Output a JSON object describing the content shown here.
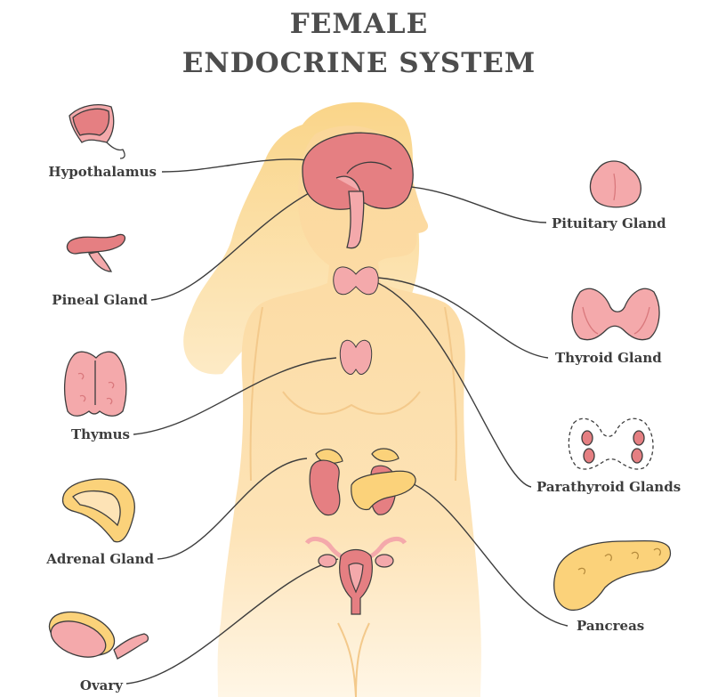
{
  "title": {
    "line1": "FEMALE",
    "line2": "ENDOCRINE SYSTEM"
  },
  "colors": {
    "skin": "#fbd79a",
    "hair": "#f9d58a",
    "pink": "#f2a3a6",
    "pink_dark": "#d9787c",
    "yellow_gland": "#fbd27a",
    "outline": "#3d3d3d"
  },
  "labels": {
    "hypothalamus": "Hypothalamus",
    "pineal": "Pineal Gland",
    "thymus": "Thymus",
    "adrenal": "Adrenal Gland",
    "ovary": "Ovary",
    "pituitary": "Pituitary Gland",
    "thyroid": "Thyroid Gland",
    "parathyroid": "Parathyroid Glands",
    "pancreas": "Pancreas"
  }
}
